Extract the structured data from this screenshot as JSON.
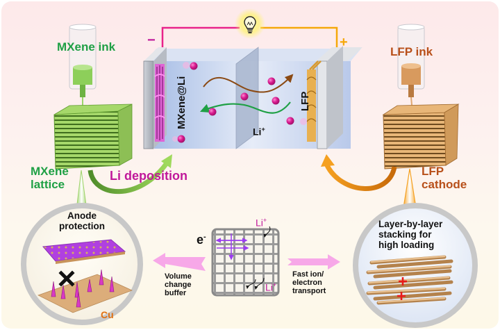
{
  "colors": {
    "mxene_green": "#1fa045",
    "lfp_brown": "#b8501a",
    "li_magenta": "#c0189a",
    "negative_wire": "#e8238a",
    "positive_wire": "#f5a80a",
    "cu_orange": "#e07010",
    "ring_gray": "#c8c8c8",
    "arrow_pink": "#f7a8e8"
  },
  "labels": {
    "mxene_ink": "MXene ink",
    "lfp_ink": "LFP ink",
    "mxene_lattice": [
      "MXene",
      "lattice"
    ],
    "lfp_cathode": [
      "LFP",
      "cathode"
    ],
    "li_deposition": "Li deposition",
    "anode_label": "MXene@Li",
    "cathode_label": "LFP",
    "li_ion_center": "Li",
    "li_ion_sup": "+",
    "minus_sign": "−",
    "plus_sign": "+",
    "anode_protection": [
      "Anode",
      "protection"
    ],
    "cu": "Cu",
    "electron": "e",
    "electron_sup": "-",
    "li_top": "Li",
    "li_bottom": "Li",
    "volume_change": [
      "Volume",
      "change",
      "buffer"
    ],
    "fast_transport": [
      "Fast ion/",
      "electron",
      "transport"
    ],
    "layer_stacking": [
      "Layer-by-layer",
      "stacking for",
      "high loading"
    ]
  },
  "icons": {
    "light_bulb": "lightbulb-icon",
    "blocked": "cross-mark-icon",
    "stacking_plus": "red-plus-icon"
  }
}
